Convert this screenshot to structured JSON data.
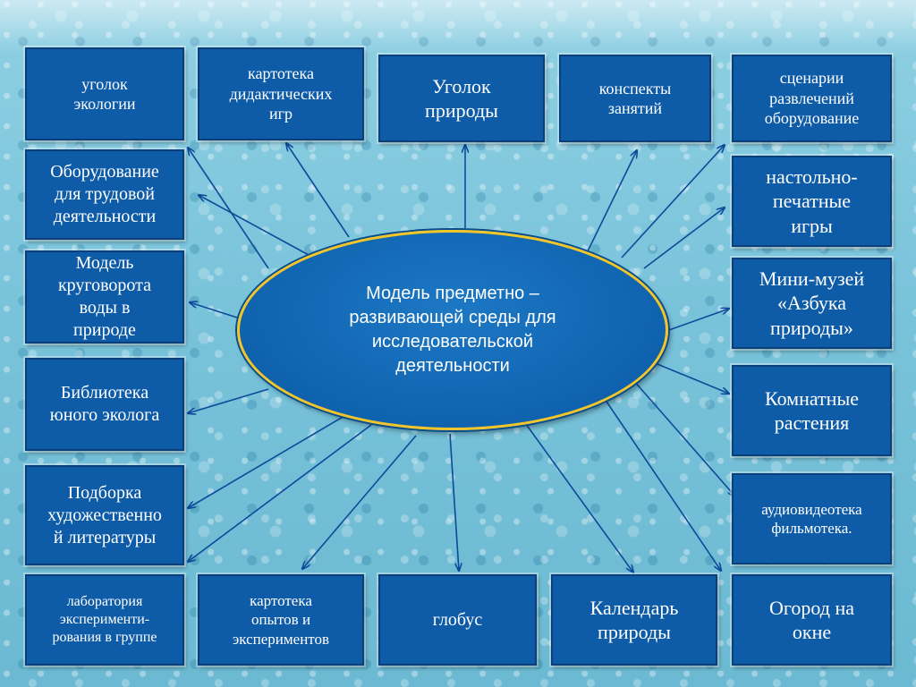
{
  "center": {
    "text": "Модель  предметно –\nразвивающей среды  для\nисследовательской\nдеятельности"
  },
  "boxes": {
    "ugolok_ekologii": "уголок\nэкологии",
    "kartoteka_didakt": "картотека\nдидактических\nигр",
    "ugolok_prirody": "Уголок\nприроды",
    "konspekty": "конспекты\nзанятий",
    "scenarii": "сценарии\nразвлечений\nоборудование",
    "oborudovanie_trud": "Оборудование\nдля трудовой\nдеятельности",
    "nastolno": "настольно-\nпечатные\nигры",
    "model_krugovorota": "Модель\nкруговорота\nводы в\nприроде",
    "mini_muzei": "Мини-музей\n«Азбука\nприроды»",
    "biblioteka": "Библиотека\nюного эколога",
    "komnatnye": "Комнатные\nрастения",
    "podborka": "Подборка\nхудожественно\nй литературы",
    "audiovideoteka": "аудиовидеотека\nфильмотека.",
    "laboratoriya": "лаборатория\nэксперименти-\nрования в группе",
    "kartoteka_opytov": "картотека\nопытов и\nэкспериментов",
    "globus": "глобус",
    "kalendar": "Календарь\nприроды",
    "ogorod": "Огород на\nокне"
  },
  "colors": {
    "box_fill": "#0e5ca8",
    "ellipse_border": "#f2c62a",
    "arrow": "#0d4a9a"
  }
}
